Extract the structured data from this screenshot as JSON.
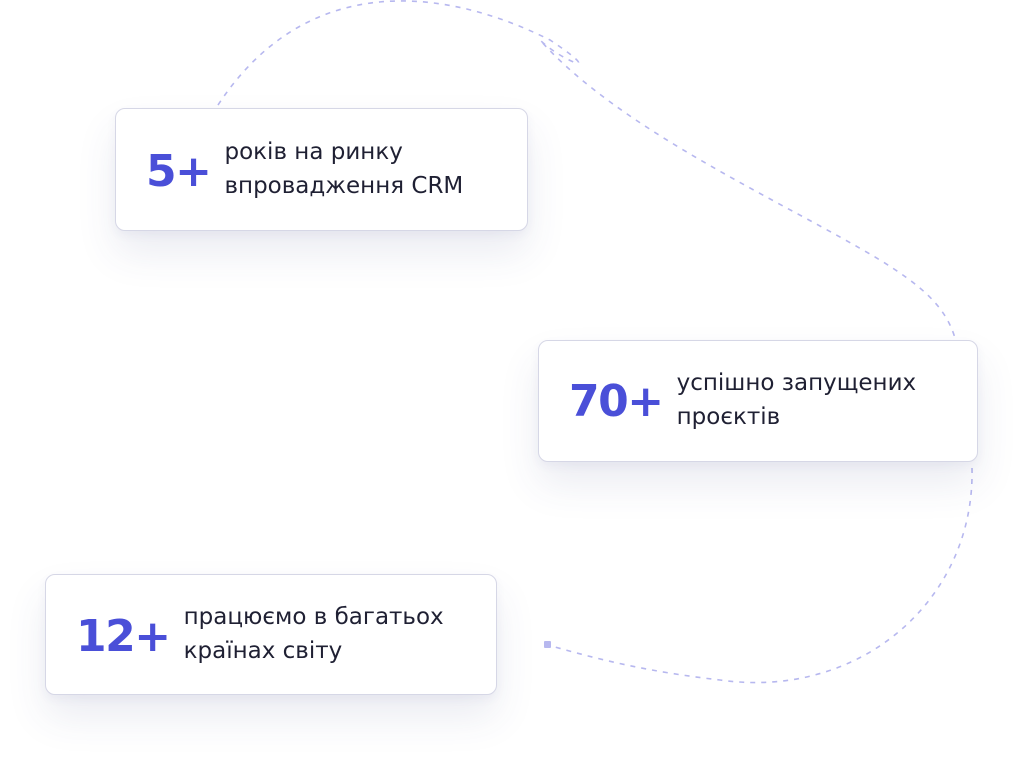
{
  "accent_color": "#4a4fd8",
  "path_color": "#b7b8ef",
  "stats": [
    {
      "number": "5+",
      "line1": "років на ринку",
      "line2": "впровадження CRM"
    },
    {
      "number": "70+",
      "line1": "успішно запущених",
      "line2": "проєктів"
    },
    {
      "number": "12+",
      "line1": "працюємо в багатьох",
      "line2": "країнах світу"
    }
  ]
}
